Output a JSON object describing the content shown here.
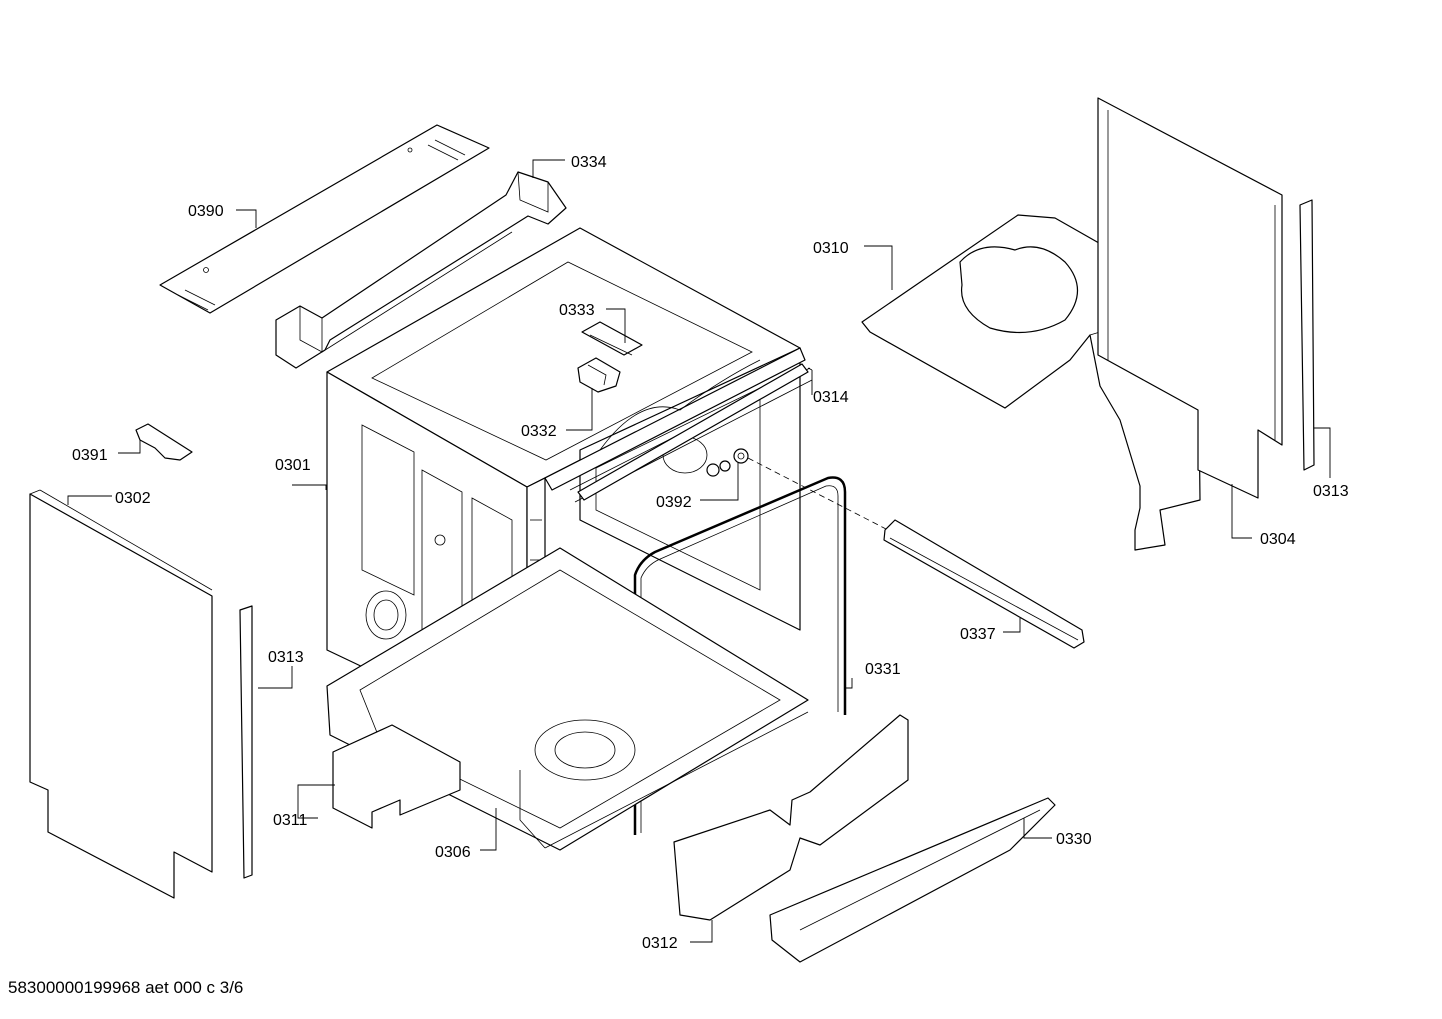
{
  "footer": {
    "text": "58300000199968 aet 000 c 3/6"
  },
  "labels": {
    "p0390": "0390",
    "p0334": "0334",
    "p0333": "0333",
    "p0332": "0332",
    "p0310": "0310",
    "p0314": "0314",
    "p0391": "0391",
    "p0301": "0301",
    "p0392": "0392",
    "p0302": "0302",
    "p0313a": "0313",
    "p0313b": "0313",
    "p0304": "0304",
    "p0337": "0337",
    "p0331": "0331",
    "p0311": "0311",
    "p0306": "0306",
    "p0330": "0330",
    "p0312": "0312"
  }
}
